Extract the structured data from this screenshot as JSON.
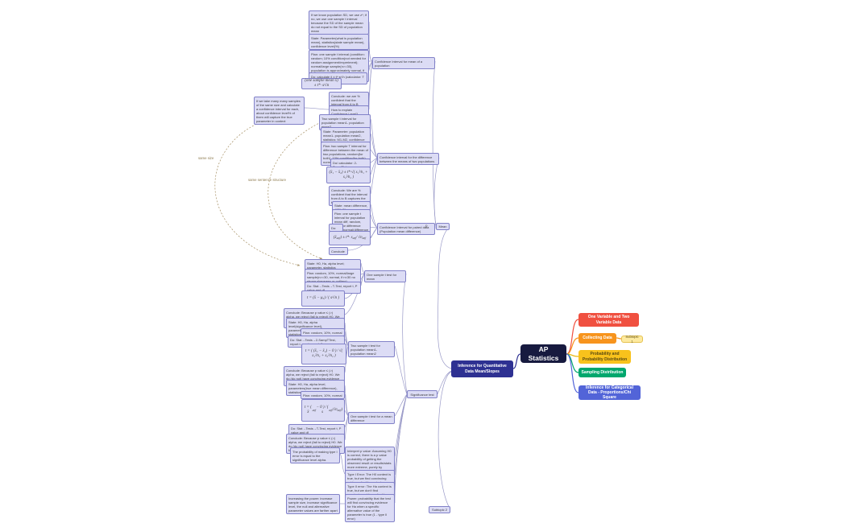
{
  "root": {
    "label": "AP Statistics"
  },
  "branches": {
    "one_two_variable": {
      "label": "One Variable  and Two Variable Data"
    },
    "collecting": {
      "label": "Collecting Data"
    },
    "collecting_subtopic": {
      "label": "Subtopic 1"
    },
    "probability": {
      "label": "Probability and Probability Distribution"
    },
    "sampling": {
      "label": "Sampling Distribution"
    },
    "categorical": {
      "label": "Inference for Categorical Data - Proportions/Chi Square"
    },
    "quantitative": {
      "label": "Inference for Quantitative Data Mean/Slopes"
    }
  },
  "quant": {
    "mean_label": "Mean",
    "p_label": "p",
    "significance_label": "Significance test",
    "subtopic2_label": "Subtopic 2",
    "ci_mean": {
      "header": "Confidence Interval for mean of a population",
      "intro": "If we know population SD, we use z*; if no, we use one sample t interval because the SD of the sample mean do not equal to the SD of population mean",
      "state": "State: Parameter(what is population mean), statistics(state sample mean), confidence level(%)",
      "plan": "Plan: one sample t interval (condition: random; 10% condition(not needed for random assignment/experiment); normal/large sample(n>=30), population is approximately normal, if n<30, graph and no strong skewness or outliers)",
      "do": "Do: calculate x̄ ± t*·s⁄√n (calculator: T Interval)",
      "formula": "(one sample mean x̄) ± t*· s⁄√n",
      "conclude": "Conclude: we are % confident that the interval from A to B captures the true parameter in context",
      "how_to": "How to explain Confidence Level?",
      "many_samples": "If we take many many samples of the same size and calculate a confidence interval for each, about confidence level% of them will capture the true parameter in context"
    },
    "ci_two_sample": {
      "header": "Confidence interval for the difference between the means of two populations",
      "title": "Two sample t interval for population mean1- population mean2",
      "state": "State: Parameter: population mean1- population mean2, statistics: M1-M2, confidence level",
      "plan": "Plan: two sample T interval for difference between the mean of two populations, random(for both), 10% condition(for both), normal/large sample(for both)",
      "do": "Do/ calculator: 2-SampTInt",
      "formula": "(x̄₁ − x̄₂) ± t*·√( s₁²⁄n₁ + s₂²⁄n₂ )",
      "conclude": "Conclude: We are % confident that the interval from A to B captures the true parameter in context"
    },
    "ci_paired": {
      "header": "Confidence Interval for paired data (Population mean difference)",
      "state": "State: mean difference, diff% CI",
      "plan": "Plan: one sample t interval for population mean diff, random, 10%(for difference only), normal(difference plot)",
      "do": "Do:",
      "formula": "(x̄_diff) ± t*· s_diff ⁄ √n_diff",
      "conclude": "Conclude"
    },
    "test_one_sample": {
      "header": "One sample t test for mean",
      "state": "State: H0, Ha, alpha level; parameter, statistics",
      "plan": "Plan: random, 10%, normal/large sample(n>=30, normal, if n<30 no strong skewness or outliers)",
      "do": "Do: Stat→Tests→T-Test, report t, P value and df",
      "formula": "t = (x̄ − μ₀) ⁄ ( s⁄√n )",
      "conclude": "Conclude: Because p value ≤ (>) alpha, we reject (fail to reject) H0. We do (do not) have convincing evidence for Ha in context."
    },
    "test_two_sample": {
      "header": "Two sample t test for population mean1- population mean2",
      "state": "State: H0, Ha, alpha level(significance level), parameters(as difference in mean), statistics",
      "plan": "Plan: random, 10%, normal",
      "do": "Do: Stat→Tests→2-SampTTest, report t, p value and df",
      "formula": "t = ( (x̄₁ − x̄₂) − 0 ) ⁄ √( s₁²⁄n₁ + s₂²⁄n₂ )",
      "conclude": "Conclude: Because p value ≤ (>) alpha, we reject (fail to reject) H0. We do (do not) have convincing evidence for Ha in context"
    },
    "test_paired": {
      "header": "One sample t test for a mean difference",
      "state": "State: H0, Ha, alpha level, parameters(true mean difference), statistics(stat diff)",
      "plan": "Plan: random, 10%, normal",
      "formula": "t = ( x̄_diff − 0 ) ⁄ ( s_diff⁄√n_diff )",
      "do": "Do: Stat→Tests→T-Test, report t, P value and df",
      "conclude": "Conclude: Because p value ≤ (>) alpha, we reject (fail to reject) H0. We do (do not) have convincing evidence for Ha in context"
    },
    "sig_notes": {
      "interpret_p": "Interpret p value: Assuming H0 is correct, there is a p value probability of getting the observed result or results/stats more extreme, purely by chance.",
      "type1": "Type I Error: The H0 context is true, but we find convincing evidence for Ha context",
      "type2": "Type II error: The Ha context is true, but we don't find convincing evidence for Ha context",
      "power": "Power: probability that the test will find convincing evidence for Ha when a specific alternative value of the parameter is true (1 - type II error)",
      "type1_prob": "The probability of making type I error is equal to the significance level alpha.",
      "power_increase": "Increasing the power: increase sample size, increase significance level, the null and alternative parameter values are farther apart"
    }
  },
  "relationships": {
    "same_size": "same size",
    "same_sentence": "same sentence structure"
  },
  "colors": {
    "root_bg": "#171a3f",
    "quantitative": "#2e3192",
    "one_two_variable": "#f05040",
    "collecting": "#f7941d",
    "subtopic1": "#fdeaa0",
    "probability": "#f8c21c",
    "sampling": "#00a76d",
    "categorical": "#5264d8",
    "topic_node_bg": "#dcdcf5"
  }
}
